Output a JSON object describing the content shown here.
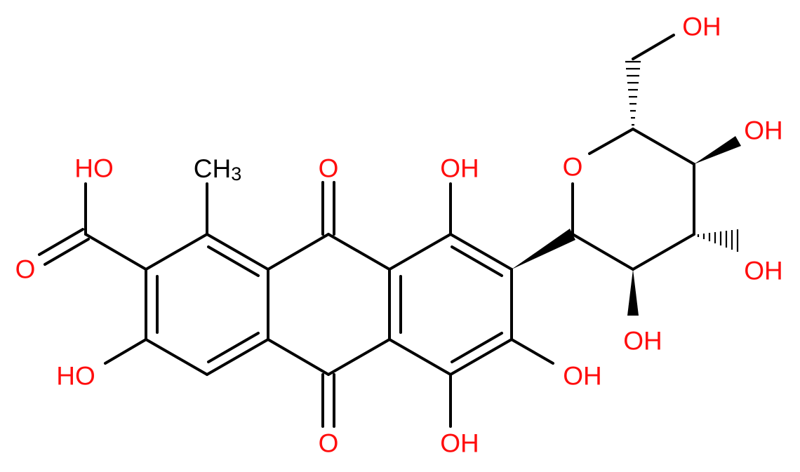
{
  "molecule": {
    "atom_labels": {
      "carbonyl_o_top": "O",
      "carbonyl_o_bottom": "O",
      "cooh_oh": "HO",
      "cooh_o": "O",
      "methyl_c": "CH",
      "methyl_sub": "3",
      "oh_left": "HO",
      "oh_peri_top": "OH",
      "oh_peri_bottom": "OH",
      "oh_ring_c": "OH",
      "ring_o": "O",
      "ch2oh": "OH",
      "sugar_oh_c4": "OH",
      "sugar_oh_c3": "OH",
      "sugar_oh_c2": "OH"
    },
    "colors": {
      "bond": "#000000",
      "heteroatom_oxygen": "#ff0d0d",
      "carbon_label": "#000000"
    }
  }
}
